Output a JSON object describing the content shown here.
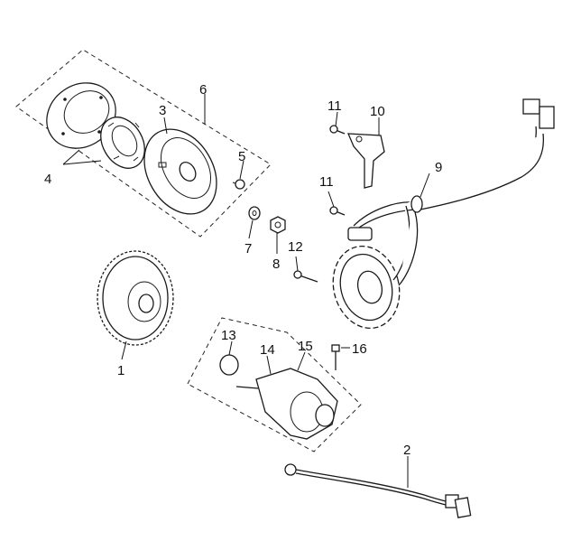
{
  "callouts": [
    {
      "id": "1",
      "text": "1"
    },
    {
      "id": "2",
      "text": "2"
    },
    {
      "id": "3",
      "text": "3"
    },
    {
      "id": "4",
      "text": "4"
    },
    {
      "id": "5",
      "text": "5"
    },
    {
      "id": "6",
      "text": "6"
    },
    {
      "id": "7",
      "text": "7"
    },
    {
      "id": "8",
      "text": "8"
    },
    {
      "id": "9",
      "text": "9"
    },
    {
      "id": "10",
      "text": "10"
    },
    {
      "id": "11a",
      "text": "11"
    },
    {
      "id": "11b",
      "text": "11"
    },
    {
      "id": "12",
      "text": "12"
    },
    {
      "id": "13",
      "text": "13"
    },
    {
      "id": "14",
      "text": "14"
    },
    {
      "id": "15",
      "text": "15"
    },
    {
      "id": "16",
      "text": "16"
    }
  ]
}
